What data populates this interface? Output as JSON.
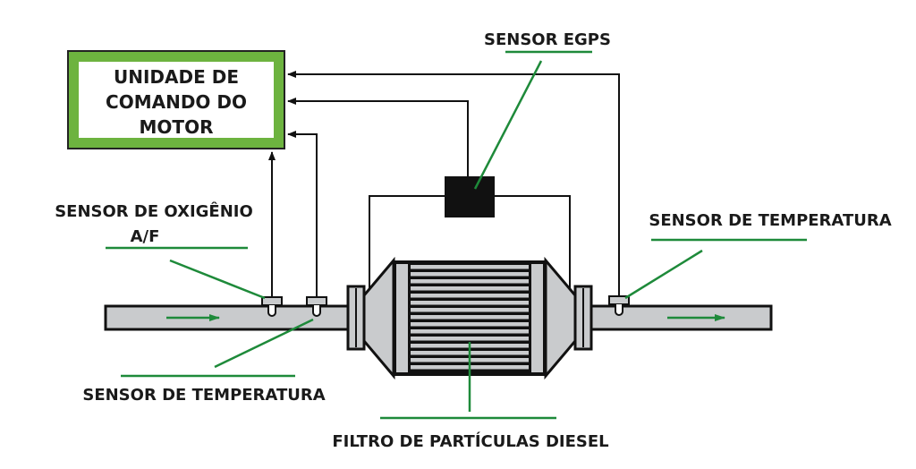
{
  "ecu": {
    "lines": [
      "UNIDADE DE",
      "COMANDO DO",
      "MOTOR"
    ]
  },
  "labels": {
    "egps": "SENSOR EGPS",
    "oxygen_line1": "SENSOR DE OXIGÊNIO",
    "oxygen_line2": "A/F",
    "temp_right": "SENSOR DE TEMPERATURA",
    "temp_left": "SENSOR DE TEMPERATURA",
    "filter": "FILTRO DE PARTÍCULAS DIESEL"
  },
  "colors": {
    "accent": "#6db33f",
    "leader": "#1e8a3a",
    "pipe": "#c9cbcd"
  }
}
